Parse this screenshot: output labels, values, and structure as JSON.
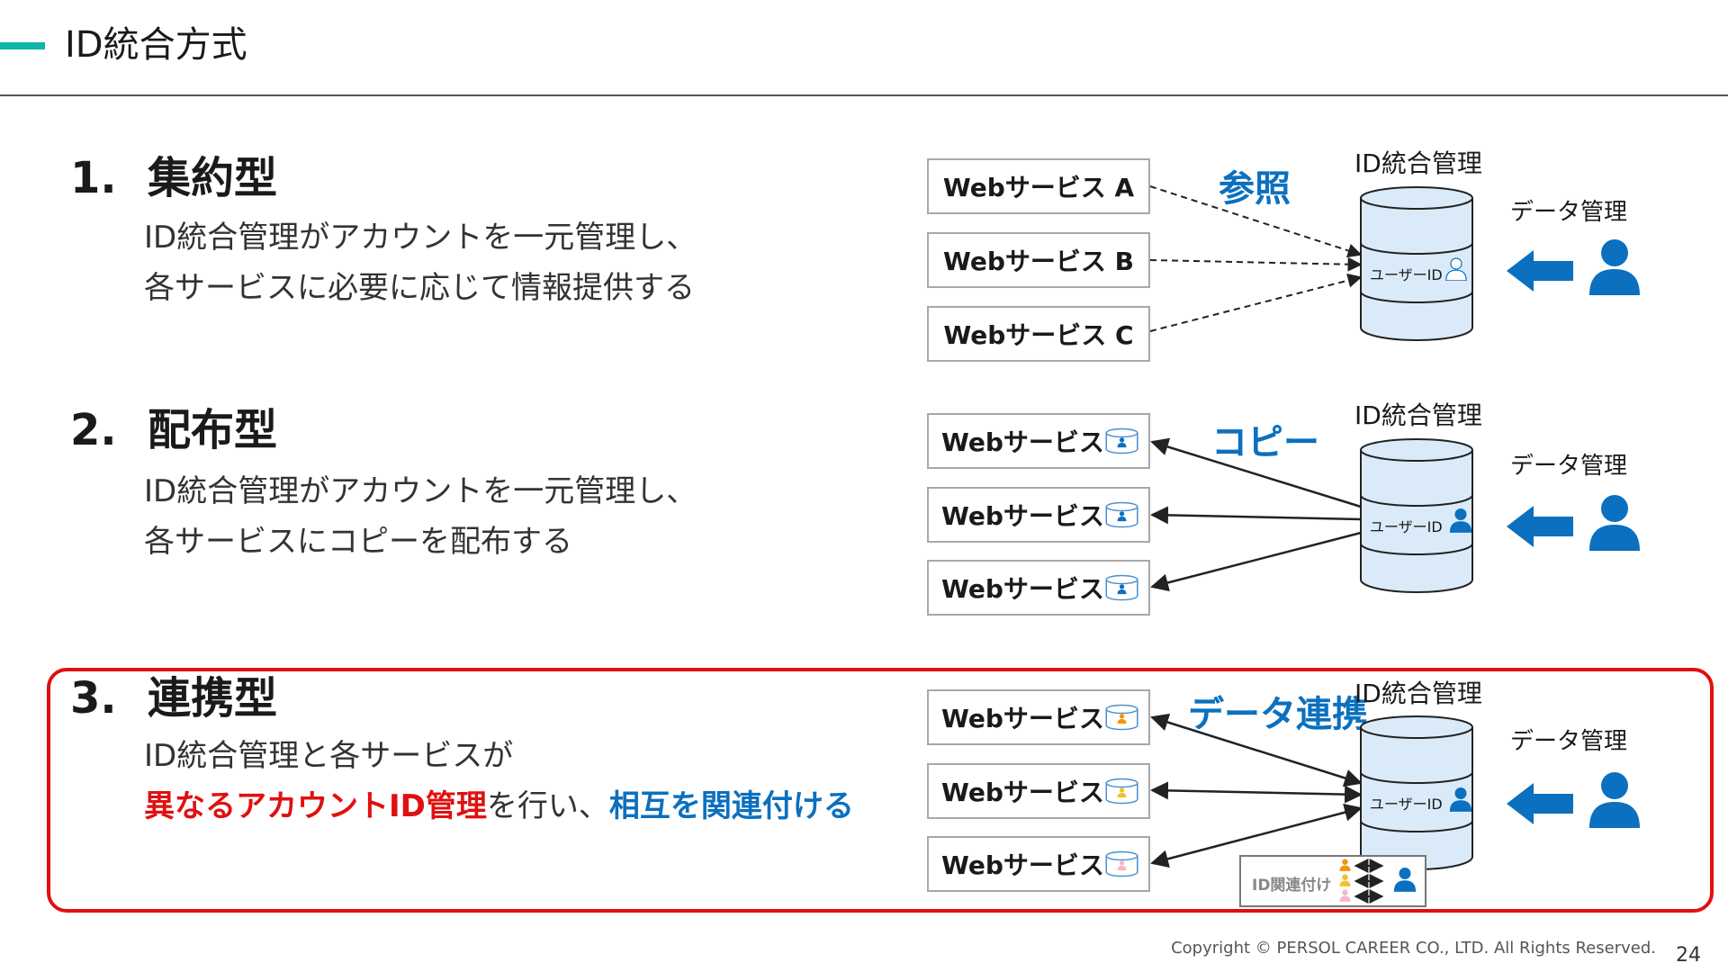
{
  "header": {
    "title": "ID統合方式"
  },
  "sections": [
    {
      "num": "1.",
      "title": "集約型",
      "desc_1": "ID統合管理がアカウントを一元管理し、",
      "desc_2": "各サービスに必要に応じて情報提供する"
    },
    {
      "num": "2.",
      "title": "配布型",
      "desc_1": "ID統合管理がアカウントを一元管理し、",
      "desc_2": "各サービスにコピーを配布する"
    },
    {
      "num": "3.",
      "title": "連携型",
      "desc_1": "ID統合管理と各サービスが",
      "desc_2_red": "異なるアカウントID管理",
      "desc_2_mid": "を行い、",
      "desc_2_blue": "相互を関連付ける"
    }
  ],
  "diagrams": [
    {
      "services": [
        "Webサービス A",
        "Webサービス B",
        "Webサービス C"
      ],
      "relation_label": "参照",
      "db_title": "ID統合管理",
      "db_user_label": "ユーザーID",
      "data_mgmt_label": "データ管理"
    },
    {
      "services": [
        "Webサービス",
        "Webサービス",
        "Webサービス"
      ],
      "relation_label": "コピー",
      "db_title": "ID統合管理",
      "db_user_label": "ユーザーID",
      "data_mgmt_label": "データ管理"
    },
    {
      "services": [
        "Webサービス",
        "Webサービス",
        "Webサービス"
      ],
      "relation_label": "データ連携",
      "db_title": "ID統合管理",
      "db_user_label": "ユーザーID",
      "data_mgmt_label": "データ管理",
      "link_label": "ID関連付け"
    }
  ],
  "colors": {
    "accent": "#12b5a5",
    "blue": "#0b70bf",
    "red": "#e01010",
    "db_fill": "#dbeaf8",
    "user_orange": "#f0960a",
    "user_yellow": "#f2c12e",
    "user_pink": "#f5b8c2"
  },
  "footer": {
    "copyright": "Copyright © PERSOL CAREER CO., LTD. All Rights Reserved.",
    "page": "24"
  }
}
